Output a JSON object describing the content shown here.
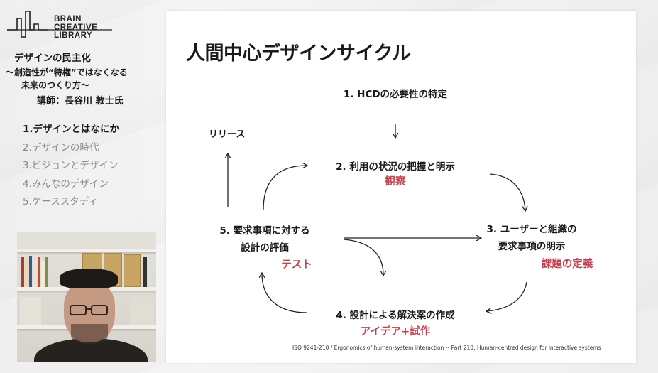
{
  "logo": {
    "lines": [
      "BRAIN",
      "CREATIVE",
      "LIBRARY"
    ]
  },
  "course": {
    "title": "デザインの民主化",
    "subtitle_line1": "〜創造性が“特権”ではなくなる",
    "subtitle_line2": "未来のつくり方〜",
    "lecturer": "講師：長谷川 敦士氏"
  },
  "toc": {
    "items": [
      {
        "label": "1.デザインとはなにか",
        "active": true
      },
      {
        "label": "2.デザインの時代",
        "active": false
      },
      {
        "label": "3.ビジョンとデザイン",
        "active": false
      },
      {
        "label": "4.みんなのデザイン",
        "active": false
      },
      {
        "label": "5.ケーススタディ",
        "active": false
      }
    ]
  },
  "slide": {
    "title": "人間中心デザインサイクル",
    "release_label": "リリース",
    "step1": "1. HCDの必要性の特定",
    "step2": "2. 利用の状況の把握と明示",
    "step2_key": "観察",
    "step3_line1": "3. ユーザーと組織の",
    "step3_line2": "要求事項の明示",
    "step3_key": "課題の定義",
    "step4": "4. 設計による解決案の作成",
    "step4_key": "アイデア+試作",
    "step5_line1": "5. 要求事項に対する",
    "step5_line2": "設計の評価",
    "step5_key": "テスト",
    "citation": "ISO 9241-210 / Ergonomics of human-system interaction -- Part 210: Human-centred design for interactive systems"
  },
  "colors": {
    "accent": "#c04552",
    "text": "#1a1a1a",
    "toc_inactive": "#8a8a8a",
    "slide_bg": "#ffffff",
    "page_bg": "#f1f1f1"
  }
}
